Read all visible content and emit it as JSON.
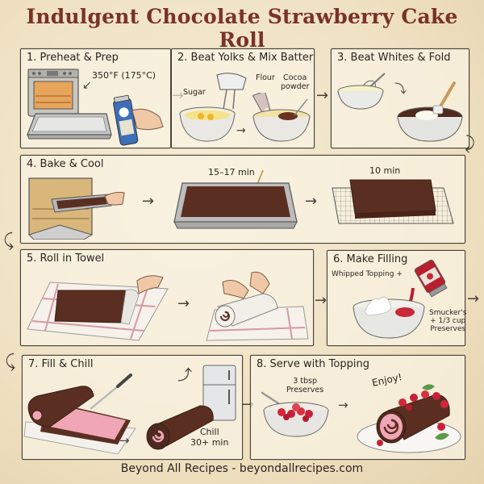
{
  "title": "Indulgent Chocolate Strawberry Cake Roll",
  "colors": {
    "background": "#f1e4c8",
    "title": "#7a3228",
    "panel_border": "#4a423a",
    "chocolate": "#5a2f22",
    "strawberry": "#c8283a",
    "filling_pink": "#f0a6b4",
    "pan_gray": "#a8a8a8"
  },
  "steps": [
    {
      "title": "1. Preheat & Prep",
      "labels": {
        "temperature": "350°F (175°C)"
      },
      "icons": [
        "oven-icon",
        "baking-pan-icon",
        "cooking-spray-can-icon",
        "hand-icon"
      ]
    },
    {
      "title": "2. Beat Yolks & Mix Batter",
      "labels": {
        "sugar": "Sugar",
        "flour": "Flour",
        "cocoa": "Cocoa powder",
        "cocoa_line1": "Cocoa",
        "cocoa_line2": "powder"
      },
      "icons": [
        "egg-yolk-bowl-icon",
        "hand-mixer-icon",
        "batter-bowl-icon",
        "flour-cup-icon"
      ]
    },
    {
      "title": "3. Beat Whites & Fold",
      "labels": {},
      "icons": [
        "egg-white-bowl-icon",
        "whisk-icon",
        "chocolate-batter-bowl-icon",
        "spatula-icon"
      ]
    },
    {
      "title": "4. Bake & Cool",
      "labels": {
        "bake_time": "15–17 min",
        "cool_time": "10 min"
      },
      "icons": [
        "oven-open-icon",
        "baked-cake-pan-icon",
        "toothpick-icon",
        "cooling-rack-icon"
      ]
    },
    {
      "title": "5. Roll in Towel",
      "labels": {},
      "icons": [
        "kitchen-towel-icon",
        "cake-sheet-icon",
        "rolled-towel-icon",
        "hands-icon"
      ]
    },
    {
      "title": "6. Make Filling",
      "labels": {
        "whipped": "Whipped Topping +",
        "preserves_line1": "Smucker's",
        "preserves_line2": "+ 1/3 cup",
        "preserves_line3": "Preserves"
      },
      "icons": [
        "whipped-topping-bowl-icon",
        "preserves-jar-icon"
      ]
    },
    {
      "title": "7. Fill & Chill",
      "labels": {
        "chill_line1": "Chill",
        "chill_line2": "30+ min"
      },
      "icons": [
        "unrolled-cake-icon",
        "knife-icon",
        "cake-roll-icon",
        "refrigerator-icon"
      ]
    },
    {
      "title": "8. Serve with Topping",
      "labels": {
        "preserves_line1": "3 tbsp",
        "preserves_line2": "Preserves",
        "enjoy": "Enjoy!"
      },
      "icons": [
        "strawberry-bowl-icon",
        "spoon-icon",
        "sliced-cake-roll-plate-icon",
        "mint-leaf-icon"
      ]
    }
  ],
  "footer": "Beyond All Recipes - beyondallrecipes.com"
}
